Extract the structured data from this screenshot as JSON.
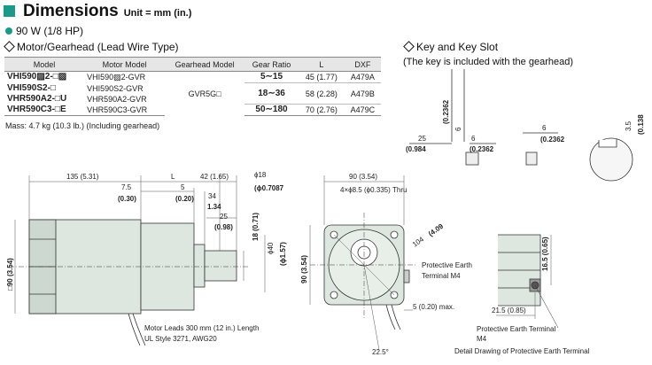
{
  "header": {
    "title": "Dimensions",
    "unit": "Unit = mm (in.)"
  },
  "power": "90 W (1/8 HP)",
  "motor_section": {
    "title": "Motor/Gearhead (Lead Wire Type)"
  },
  "key_section": {
    "title": "Key and Key Slot",
    "note": "(The key is included with the gearhead)"
  },
  "table": {
    "headers": [
      "Model",
      "Motor Model",
      "Gearhead Model",
      "Gear Ratio",
      "L",
      "DXF"
    ],
    "rows": [
      {
        "model": "VHI590▨2-□▨",
        "motor": "VHI590▨2-GVR",
        "l": "45 (1.77)",
        "dxf": "A479A"
      },
      {
        "model": "VHI590S2-□",
        "motor": "VHI590S2-GVR",
        "l": "58 (2.28)",
        "dxf": "A479B"
      },
      {
        "model": "VHR590A2-□U",
        "motor": "VHR590A2-GVR",
        "l": "70 (2.76)",
        "dxf": "A479C"
      },
      {
        "model": "VHR590C3-□E",
        "motor": "VHR590C3-GVR"
      }
    ],
    "gearhead": "GVR5G□",
    "ratios": [
      "5∼15",
      "18∼36",
      "50∼180"
    ]
  },
  "mass": "Mass: 4.7 kg (10.3 lb.) (Including gearhead)",
  "labels": {
    "motor_leads": "Motor Leads 300 mm (12 in.) Length",
    "ul_style": "UL Style 3271, AWG20",
    "pe_terminal_1": "Protective Earth",
    "pe_terminal_2": "Terminal M4",
    "pe_terminal_3": "Protective Earth Terminal",
    "pe_terminal_4": "M4",
    "detail": "Detail Drawing of Protective Earth Terminal",
    "holes": "4×ϕ8.5 (ϕ0.335) Thru",
    "max": "5 (0.20) max.",
    "angle": "22.5°"
  },
  "dims": {
    "d135": "135 (5.31)",
    "d7_5": "7.5",
    "d030": "(0.30)",
    "dL": "L",
    "d42": "42 (1.65)",
    "d5": "5",
    "d020": "(0.20)",
    "d34": "34",
    "d134": "1.34",
    "d25": "25",
    "d098": "(0.98)",
    "d18": "18 (0.71)",
    "phi18": "ϕ18",
    "phi0708": "(ϕ0.7087",
    "phi40": "ϕ40",
    "phi157": "(ϕ1.57)",
    "sq90": "□90 (3.54)",
    "d90top": "90 (3.54)",
    "d90side": "90 (3.54)",
    "d104": "104",
    "d409": "(4.09",
    "d165": "16.5 (0.65)",
    "d215": "21.5 (0.85)",
    "k25": "25",
    "k0984": "(0.984",
    "k6a": "6",
    "k0236a": "(0.2362",
    "k6b": "6",
    "k0236b": "(0.2362",
    "k6v": "6",
    "k0236v": "(0.2362",
    "k35": "3.5",
    "k0138": "(0.138"
  },
  "colors": {
    "accent": "#1a9a8a",
    "motor_fill": "#dde6df",
    "table_header": "#e6e6e6"
  }
}
